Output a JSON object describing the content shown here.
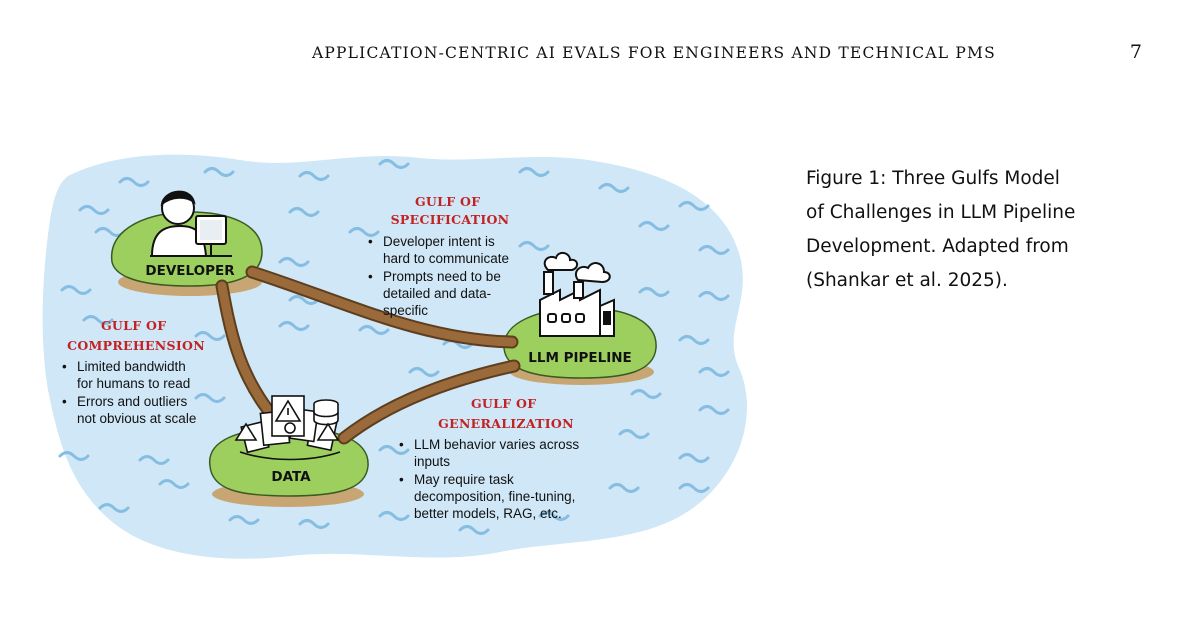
{
  "header": {
    "running_title": "APPLICATION-CENTRIC AI EVALS FOR ENGINEERS AND TECHNICAL PMS",
    "page_number": "7"
  },
  "diagram": {
    "islands": {
      "developer": "DEVELOPER",
      "llm_pipeline": "LLM PIPELINE",
      "data": "DATA"
    },
    "gulfs": {
      "specification": {
        "title_lines": [
          "GULF OF",
          "SPECIFICATION"
        ],
        "bullets": [
          [
            "Developer intent is",
            "hard to communicate"
          ],
          [
            "Prompts need to be",
            "detailed and data-",
            "specific"
          ]
        ]
      },
      "comprehension": {
        "title_lines": [
          "GULF OF",
          "COMPREHENSION"
        ],
        "bullets": [
          [
            "Limited bandwidth",
            "for humans to read"
          ],
          [
            "Errors and outliers",
            "not obvious at scale"
          ]
        ]
      },
      "generalization": {
        "title_lines": [
          "GULF OF",
          "GENERALIZATION"
        ],
        "bullets": [
          [
            "LLM behavior varies across",
            "inputs"
          ],
          [
            "May require task",
            "decomposition, fine-tuning,",
            "better models, RAG, etc."
          ]
        ]
      }
    }
  },
  "caption": {
    "lines": [
      "Figure 1: Three Gulfs Model",
      "of Challenges in LLM Pipeline",
      "Development. Adapted from",
      "(Shankar et al. 2025)."
    ]
  },
  "colors": {
    "water": "#cfe7f6",
    "wave": "#86bde2",
    "island": "#9dcf5e",
    "path": "#9a6a3a",
    "gulf_title": "#c32222"
  }
}
